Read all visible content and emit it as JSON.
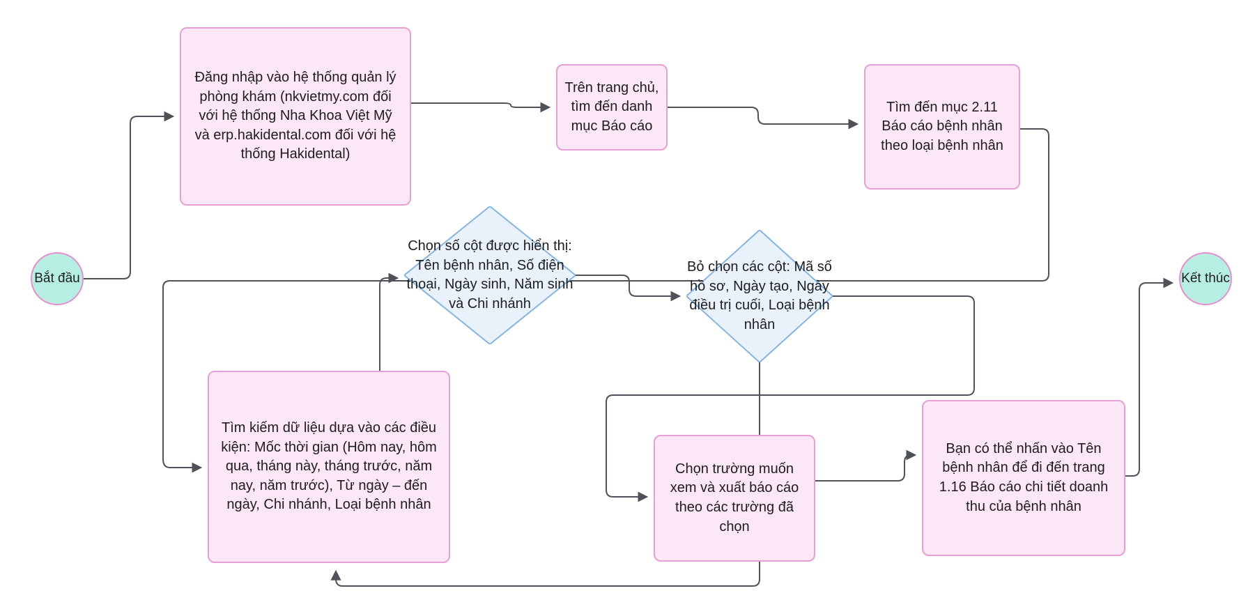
{
  "diagram": {
    "type": "flowchart",
    "direction": "left-to-right",
    "background": "#ffffff",
    "colors": {
      "process_fill": "#fbe7f5",
      "process_border": "#e89fd6",
      "decision_fill": "#e9f2fb",
      "decision_border": "#85b4e0",
      "terminal_fill": "#b7eee2",
      "terminal_border": "#e98fd0",
      "edge": "#4e5158",
      "text": "#1d1d1f"
    },
    "nodes": {
      "start": {
        "shape": "circle",
        "label": "Bắt đầu"
      },
      "login": {
        "shape": "process",
        "label": "Đăng nhập vào hệ thống quản lý phòng khám (nkvietmy.com đối với hệ thống Nha Khoa Việt Mỹ và erp.hakidental.com đối với hệ thống Hakidental)"
      },
      "menu": {
        "shape": "process",
        "label": "Trên trang chủ, tìm đến danh mục Báo cáo"
      },
      "section": {
        "shape": "process",
        "label": "Tìm đến mục 2.11 Báo cáo bệnh nhân theo loại bệnh nhân"
      },
      "search": {
        "shape": "process",
        "label": "Tìm kiếm dữ liệu dựa vào các điều kiện: Mốc thời gian (Hôm nay, hôm qua, tháng này, tháng trước, năm nay, năm trước), Từ ngày – đến ngày, Chi nhánh, Loại bệnh nhân"
      },
      "choose_columns": {
        "shape": "decision",
        "label": "Chọn số cột được hiển thị: Tên bệnh nhân, Số điện thoại, Ngày sinh, Năm sinh và Chi nhánh"
      },
      "unselect_columns": {
        "shape": "decision",
        "label": "Bỏ chọn các cột: Mã số hồ sơ, Ngày tạo, Ngày điều trị cuối, Loại bệnh nhân"
      },
      "choose_fields": {
        "shape": "process",
        "label": "Chọn trường muốn xem và xuất báo cáo theo các trường đã chọn"
      },
      "detail": {
        "shape": "process",
        "label": "Bạn có thể nhấn vào Tên bệnh nhân để đi đến trang 1.16 Báo cáo chi tiết doanh thu của bệnh nhân"
      },
      "end": {
        "shape": "circle",
        "label": "Kết thúc"
      }
    },
    "edges": [
      {
        "from": "start",
        "to": "login"
      },
      {
        "from": "login",
        "to": "menu"
      },
      {
        "from": "menu",
        "to": "section"
      },
      {
        "from": "section",
        "to": "search"
      },
      {
        "from": "search",
        "to": "choose_columns"
      },
      {
        "from": "choose_columns",
        "to": "unselect_columns"
      },
      {
        "from": "unselect_columns",
        "to": "choose_fields"
      },
      {
        "from": "unselect_columns",
        "to": "search"
      },
      {
        "from": "choose_fields",
        "to": "detail"
      },
      {
        "from": "detail",
        "to": "end"
      }
    ]
  }
}
